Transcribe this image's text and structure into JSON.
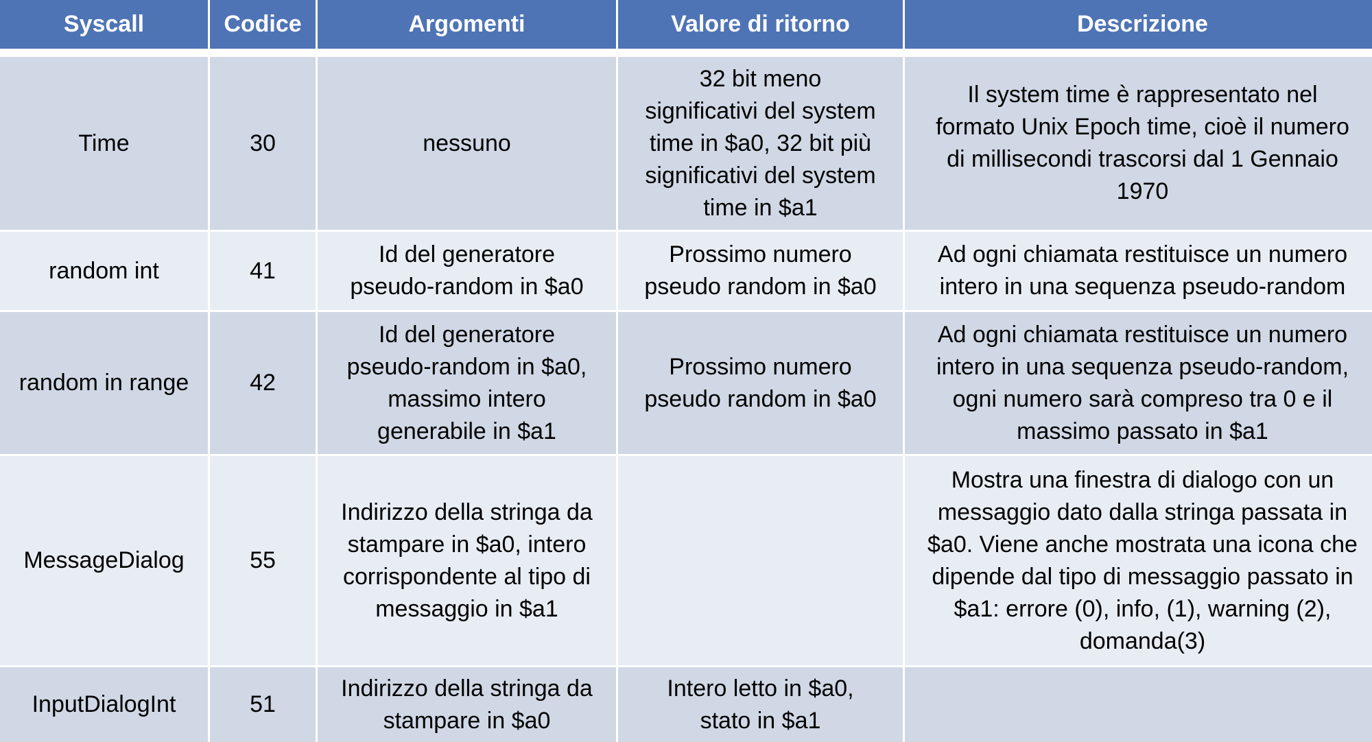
{
  "headers": [
    "Syscall",
    "Codice",
    "Argomenti",
    "Valore di ritorno",
    "Descrizione"
  ],
  "rows": [
    {
      "syscall": "Time",
      "codice": "30",
      "argomenti": "nessuno",
      "valore": "32 bit meno\nsignificativi del system\ntime in $a0, 32 bit più\nsignificativi del system\ntime in $a1",
      "descrizione": "Il system time è rappresentato nel\nformato Unix Epoch time, cioè il numero\ndi millisecondi trascorsi dal 1 Gennaio\n1970"
    },
    {
      "syscall": "random int",
      "codice": "41",
      "argomenti": "Id del generatore\npseudo-random in $a0",
      "valore": "Prossimo numero\npseudo random in $a0",
      "descrizione": "Ad ogni chiamata restituisce un numero\nintero in una sequenza pseudo-random"
    },
    {
      "syscall": "random in range",
      "codice": "42",
      "argomenti": "Id del generatore\npseudo-random in $a0,\nmassimo intero\ngenerabile in $a1",
      "valore": "Prossimo numero\npseudo random in $a0",
      "descrizione": "Ad ogni chiamata restituisce un numero\nintero in una sequenza pseudo-random,\nogni numero sarà compreso tra 0 e il\nmassimo passato in $a1"
    },
    {
      "syscall": "MessageDialog",
      "codice": "55",
      "argomenti": "Indirizzo della stringa da\nstampare in $a0, intero\ncorrispondente al tipo di\nmessaggio in $a1",
      "valore": "",
      "descrizione": "Mostra una finestra di dialogo con un\nmessaggio dato dalla stringa passata in\n$a0. Viene anche mostrata una icona che\ndipende dal tipo di messaggio passato in\n$a1:  errore (0), info,  (1), warning (2),\ndomanda(3)"
    },
    {
      "syscall": "InputDialogInt",
      "codice": "51",
      "argomenti": "Indirizzo della stringa da\nstampare in $a0",
      "valore": "Intero letto in $a0,\nstato in $a1",
      "descrizione": ""
    }
  ],
  "colors": {
    "header": "#4E74B5",
    "row_dark": "#D0D8E5",
    "row_light": "#E8EDF3"
  }
}
